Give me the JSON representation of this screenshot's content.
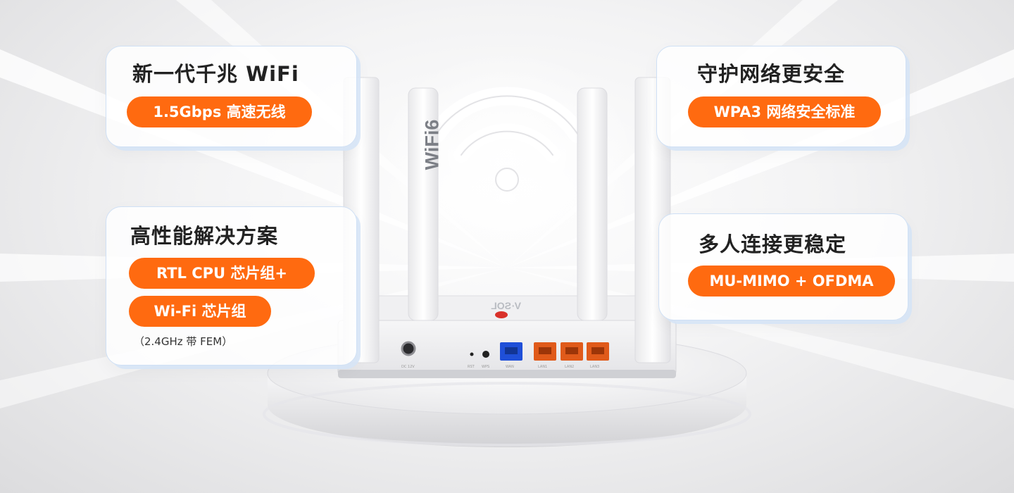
{
  "cards": {
    "top_left": {
      "title": "新一代千兆 WiFi",
      "pill": "1.5Gbps 高速无线"
    },
    "top_right": {
      "title": "守护网络更安全",
      "pill": "WPA3 网络安全标准"
    },
    "bottom_left": {
      "title": "高性能解决方案",
      "pill1": "RTL CPU 芯片组+",
      "pill2": "Wi-Fi 芯片组",
      "note": "（2.4GHz 带 FEM）"
    },
    "bottom_right": {
      "title": "多人连接更稳定",
      "pill": "MU-MIMO + OFDMA"
    }
  },
  "router": {
    "antenna_logo": "WiFi6",
    "port_labels": {
      "dc": "DC 12V",
      "rst": "RST",
      "wps": "WPS",
      "wan": "WAN",
      "lan1": "LAN1",
      "lan2": "LAN2",
      "lan3": "LAN3"
    }
  },
  "colors": {
    "accent": "#ff6a10",
    "card_border": "#cfe0f5",
    "wan_port": "#1f4fd8",
    "lan_port": "#e05a1a"
  }
}
